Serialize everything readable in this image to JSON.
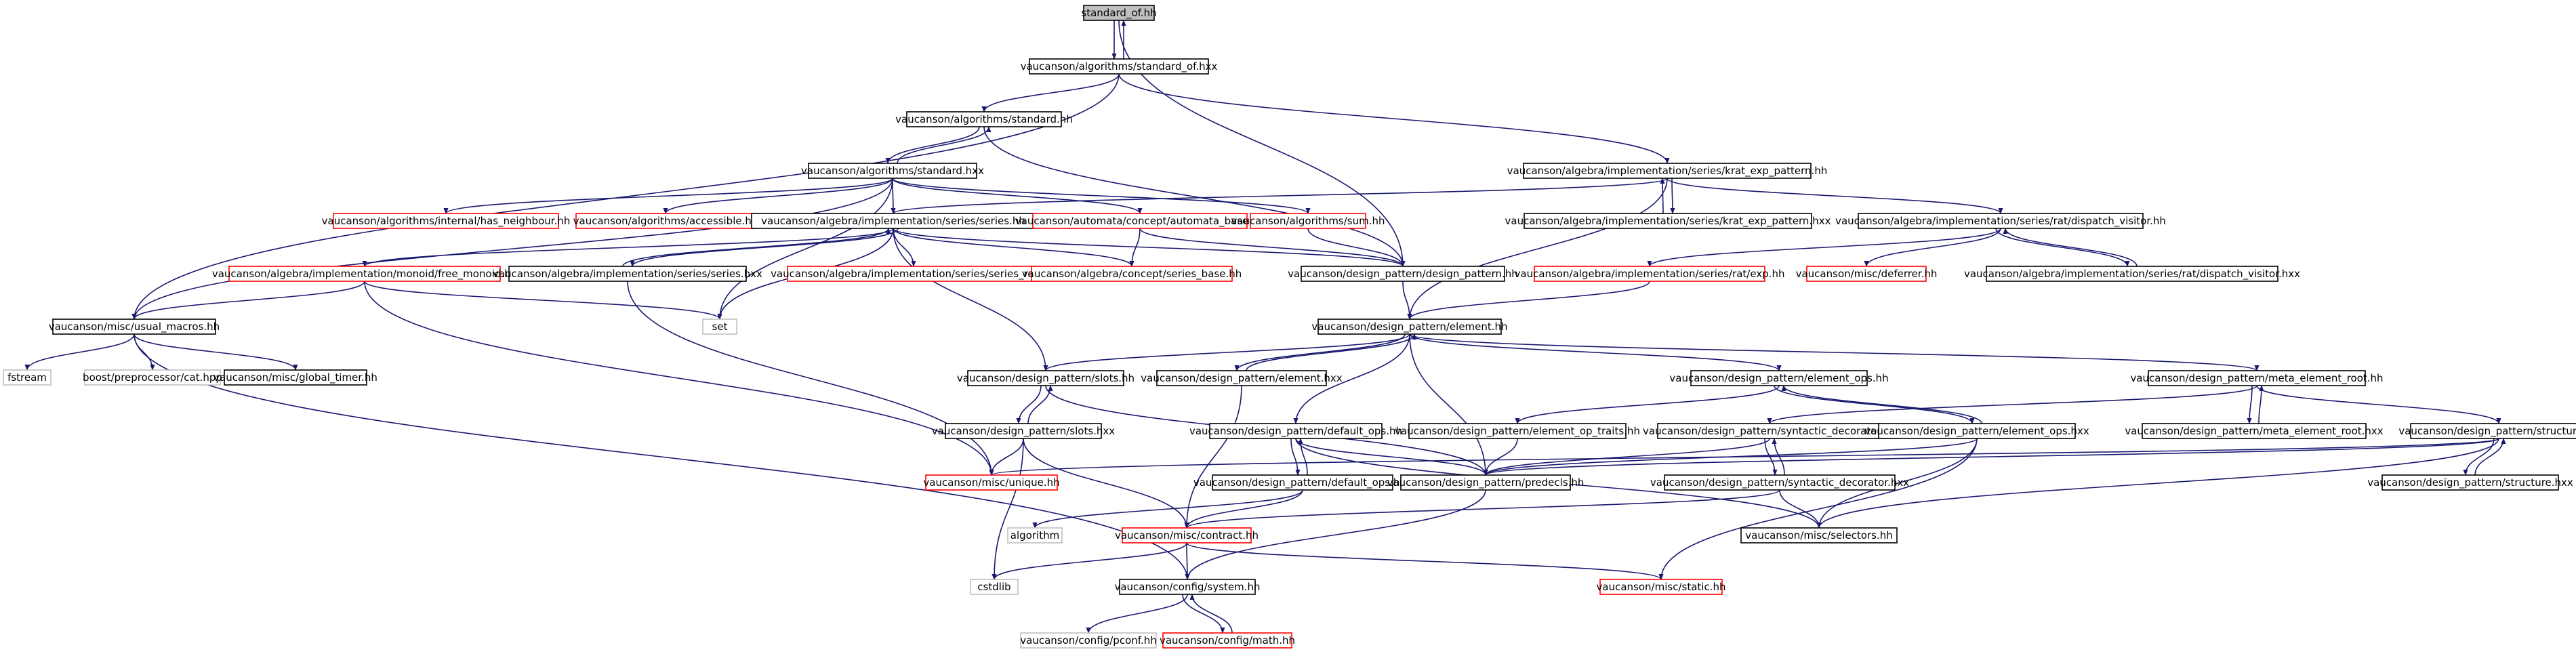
{
  "colors": {
    "edge": "#191970",
    "border_normal": "#000000",
    "border_truncated": "#ff0000",
    "border_external": "#bfbfbf",
    "fill_root": "#bfbfbf",
    "fill_default": "#ffffff"
  },
  "graph": {
    "nodes": [
      {
        "id": "n0",
        "label": "standard_of.hh",
        "style": "root"
      },
      {
        "id": "n1",
        "label": "vaucanson/algorithms/standard_of.hxx",
        "style": "normal"
      },
      {
        "id": "n2",
        "label": "vaucanson/algorithms/standard.hh",
        "style": "normal"
      },
      {
        "id": "n3",
        "label": "vaucanson/algebra/implementation/series/krat_exp_pattern.hh",
        "style": "normal"
      },
      {
        "id": "n4",
        "label": "vaucanson/algorithms/standard.hxx",
        "style": "normal"
      },
      {
        "id": "n5",
        "label": "vaucanson/algorithms/internal/has_neighbour.hh",
        "style": "truncated"
      },
      {
        "id": "n6",
        "label": "vaucanson/algorithms/accessible.hh",
        "style": "truncated"
      },
      {
        "id": "n7",
        "label": "vaucanson/algebra/implementation/series/series.hh",
        "style": "normal"
      },
      {
        "id": "n8",
        "label": "vaucanson/automata/concept/automata_base.hh",
        "style": "truncated"
      },
      {
        "id": "n9",
        "label": "vaucanson/algorithms/sum.hh",
        "style": "truncated"
      },
      {
        "id": "n10",
        "label": "vaucanson/algebra/implementation/series/krat_exp_pattern.hxx",
        "style": "normal"
      },
      {
        "id": "n11",
        "label": "vaucanson/algebra/implementation/series/rat/dispatch_visitor.hh",
        "style": "normal"
      },
      {
        "id": "n12",
        "label": "vaucanson/algebra/implementation/monoid/free_monoid.hh",
        "style": "truncated"
      },
      {
        "id": "n13",
        "label": "vaucanson/algebra/implementation/series/series.hxx",
        "style": "normal"
      },
      {
        "id": "n14",
        "label": "vaucanson/algebra/implementation/series/series_rep.hh",
        "style": "truncated"
      },
      {
        "id": "n15",
        "label": "vaucanson/algebra/concept/series_base.hh",
        "style": "truncated"
      },
      {
        "id": "n16",
        "label": "vaucanson/design_pattern/design_pattern.hh",
        "style": "normal"
      },
      {
        "id": "n17",
        "label": "vaucanson/algebra/implementation/series/rat/exp.hh",
        "style": "truncated"
      },
      {
        "id": "n18",
        "label": "vaucanson/misc/deferrer.hh",
        "style": "truncated"
      },
      {
        "id": "n19",
        "label": "vaucanson/algebra/implementation/series/rat/dispatch_visitor.hxx",
        "style": "normal"
      },
      {
        "id": "n20",
        "label": "set",
        "style": "external"
      },
      {
        "id": "n21",
        "label": "vaucanson/misc/usual_macros.hh",
        "style": "normal"
      },
      {
        "id": "n22",
        "label": "vaucanson/design_pattern/element.hh",
        "style": "normal"
      },
      {
        "id": "n23",
        "label": "fstream",
        "style": "external"
      },
      {
        "id": "n24",
        "label": "boost/preprocessor/cat.hpp",
        "style": "external"
      },
      {
        "id": "n25",
        "label": "vaucanson/misc/global_timer.hh",
        "style": "normal"
      },
      {
        "id": "n26",
        "label": "vaucanson/design_pattern/slots.hh",
        "style": "normal"
      },
      {
        "id": "n27",
        "label": "vaucanson/design_pattern/element.hxx",
        "style": "normal"
      },
      {
        "id": "n28",
        "label": "vaucanson/design_pattern/element_ops.hh",
        "style": "normal"
      },
      {
        "id": "n29",
        "label": "vaucanson/design_pattern/meta_element_root.hh",
        "style": "normal"
      },
      {
        "id": "n30",
        "label": "vaucanson/design_pattern/slots.hxx",
        "style": "normal"
      },
      {
        "id": "n31",
        "label": "vaucanson/design_pattern/default_ops.hh",
        "style": "normal"
      },
      {
        "id": "n32",
        "label": "vaucanson/design_pattern/element_op_traits.hh",
        "style": "normal"
      },
      {
        "id": "n33",
        "label": "vaucanson/design_pattern/syntactic_decorator.hh",
        "style": "normal"
      },
      {
        "id": "n34",
        "label": "vaucanson/design_pattern/element_ops.hxx",
        "style": "normal"
      },
      {
        "id": "n35",
        "label": "vaucanson/design_pattern/meta_element_root.hxx",
        "style": "normal"
      },
      {
        "id": "n36",
        "label": "vaucanson/design_pattern/structure.hh",
        "style": "normal"
      },
      {
        "id": "n37",
        "label": "vaucanson/misc/unique.hh",
        "style": "truncated"
      },
      {
        "id": "n38",
        "label": "vaucanson/design_pattern/default_ops.hxx",
        "style": "normal"
      },
      {
        "id": "n39",
        "label": "vaucanson/design_pattern/predecls.hh",
        "style": "normal"
      },
      {
        "id": "n40",
        "label": "vaucanson/design_pattern/syntactic_decorator.hxx",
        "style": "normal"
      },
      {
        "id": "n41",
        "label": "vaucanson/design_pattern/structure.hxx",
        "style": "normal"
      },
      {
        "id": "n42",
        "label": "algorithm",
        "style": "external"
      },
      {
        "id": "n43",
        "label": "vaucanson/misc/contract.hh",
        "style": "truncated"
      },
      {
        "id": "n44",
        "label": "vaucanson/misc/selectors.hh",
        "style": "normal"
      },
      {
        "id": "n45",
        "label": "cstdlib",
        "style": "external"
      },
      {
        "id": "n46",
        "label": "vaucanson/config/system.hh",
        "style": "normal"
      },
      {
        "id": "n47",
        "label": "vaucanson/misc/static.hh",
        "style": "truncated"
      },
      {
        "id": "n48",
        "label": "vaucanson/config/pconf.hh",
        "style": "external"
      },
      {
        "id": "n49",
        "label": "vaucanson/config/math.hh",
        "style": "truncated"
      }
    ],
    "edges": [
      [
        "n0",
        "n1"
      ],
      [
        "n1",
        "n0"
      ],
      [
        "n0",
        "n16"
      ],
      [
        "n1",
        "n2"
      ],
      [
        "n1",
        "n3"
      ],
      [
        "n1",
        "n21"
      ],
      [
        "n2",
        "n4"
      ],
      [
        "n4",
        "n2"
      ],
      [
        "n2",
        "n16"
      ],
      [
        "n4",
        "n5"
      ],
      [
        "n4",
        "n6"
      ],
      [
        "n4",
        "n7"
      ],
      [
        "n4",
        "n8"
      ],
      [
        "n4",
        "n9"
      ],
      [
        "n4",
        "n20"
      ],
      [
        "n4",
        "n21"
      ],
      [
        "n3",
        "n7"
      ],
      [
        "n3",
        "n10"
      ],
      [
        "n10",
        "n3"
      ],
      [
        "n3",
        "n11"
      ],
      [
        "n3",
        "n22"
      ],
      [
        "n7",
        "n12"
      ],
      [
        "n7",
        "n13"
      ],
      [
        "n13",
        "n7"
      ],
      [
        "n7",
        "n14"
      ],
      [
        "n7",
        "n15"
      ],
      [
        "n7",
        "n16"
      ],
      [
        "n7",
        "n26"
      ],
      [
        "n7",
        "n20"
      ],
      [
        "n8",
        "n15"
      ],
      [
        "n8",
        "n16"
      ],
      [
        "n9",
        "n16"
      ],
      [
        "n11",
        "n17"
      ],
      [
        "n11",
        "n18"
      ],
      [
        "n11",
        "n19"
      ],
      [
        "n19",
        "n11"
      ],
      [
        "n17",
        "n22"
      ],
      [
        "n12",
        "n21"
      ],
      [
        "n12",
        "n20"
      ],
      [
        "n12",
        "n37"
      ],
      [
        "n13",
        "n37"
      ],
      [
        "n16",
        "n22"
      ],
      [
        "n21",
        "n23"
      ],
      [
        "n21",
        "n24"
      ],
      [
        "n21",
        "n25"
      ],
      [
        "n21",
        "n46"
      ],
      [
        "n22",
        "n26"
      ],
      [
        "n22",
        "n27"
      ],
      [
        "n27",
        "n22"
      ],
      [
        "n22",
        "n28"
      ],
      [
        "n22",
        "n29"
      ],
      [
        "n22",
        "n31"
      ],
      [
        "n22",
        "n39"
      ],
      [
        "n26",
        "n30"
      ],
      [
        "n30",
        "n26"
      ],
      [
        "n26",
        "n39"
      ],
      [
        "n27",
        "n43"
      ],
      [
        "n28",
        "n32"
      ],
      [
        "n28",
        "n34"
      ],
      [
        "n34",
        "n28"
      ],
      [
        "n29",
        "n33"
      ],
      [
        "n29",
        "n35"
      ],
      [
        "n35",
        "n29"
      ],
      [
        "n29",
        "n36"
      ],
      [
        "n30",
        "n37"
      ],
      [
        "n30",
        "n43"
      ],
      [
        "n30",
        "n45"
      ],
      [
        "n31",
        "n38"
      ],
      [
        "n38",
        "n31"
      ],
      [
        "n31",
        "n39"
      ],
      [
        "n31",
        "n44"
      ],
      [
        "n32",
        "n39"
      ],
      [
        "n33",
        "n39"
      ],
      [
        "n33",
        "n40"
      ],
      [
        "n40",
        "n33"
      ],
      [
        "n34",
        "n39"
      ],
      [
        "n34",
        "n44"
      ],
      [
        "n34",
        "n47"
      ],
      [
        "n36",
        "n37"
      ],
      [
        "n36",
        "n39"
      ],
      [
        "n36",
        "n41"
      ],
      [
        "n41",
        "n36"
      ],
      [
        "n36",
        "n44"
      ],
      [
        "n38",
        "n42"
      ],
      [
        "n38",
        "n43"
      ],
      [
        "n40",
        "n43"
      ],
      [
        "n40",
        "n44"
      ],
      [
        "n39",
        "n46"
      ],
      [
        "n43",
        "n45"
      ],
      [
        "n43",
        "n46"
      ],
      [
        "n43",
        "n47"
      ],
      [
        "n46",
        "n48"
      ],
      [
        "n46",
        "n49"
      ],
      [
        "n49",
        "n46"
      ]
    ]
  }
}
